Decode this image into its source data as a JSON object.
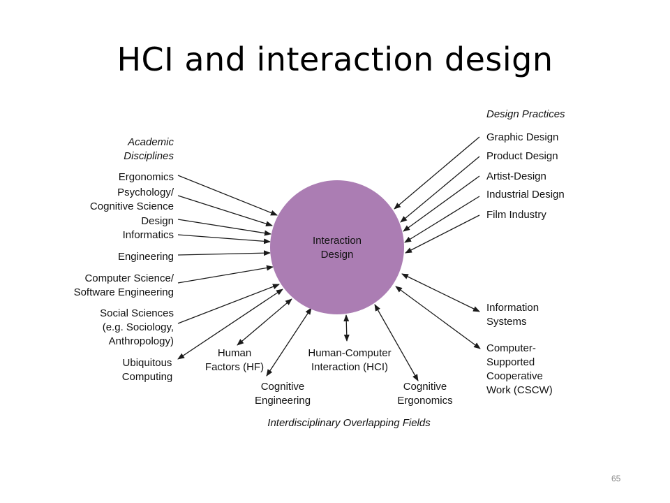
{
  "slide": {
    "title": "HCI and interaction design",
    "page_number": "65"
  },
  "diagram": {
    "center": {
      "lines": [
        "Interaction",
        "Design"
      ],
      "color": "#ab7db3"
    },
    "group_labels": {
      "academic": [
        "Academic",
        "Disciplines"
      ],
      "design_practices": [
        "Design Practices"
      ],
      "interdisciplinary": [
        "Interdisciplinary Overlapping Fields"
      ]
    },
    "academic_disciplines": [
      {
        "id": "ergonomics",
        "lines": [
          "Ergonomics"
        ]
      },
      {
        "id": "psychology",
        "lines": [
          "Psychology/",
          "Cognitive Science"
        ]
      },
      {
        "id": "design",
        "lines": [
          "Design"
        ]
      },
      {
        "id": "informatics",
        "lines": [
          "Informatics"
        ]
      },
      {
        "id": "engineering",
        "lines": [
          "Engineering"
        ]
      },
      {
        "id": "computer-science",
        "lines": [
          "Computer Science/",
          "Software Engineering"
        ]
      },
      {
        "id": "social-sciences",
        "lines": [
          "Social Sciences",
          "(e.g. Sociology,",
          "Anthropology)"
        ]
      }
    ],
    "design_practices": [
      {
        "id": "graphic-design",
        "lines": [
          "Graphic Design"
        ]
      },
      {
        "id": "product-design",
        "lines": [
          "Product Design"
        ]
      },
      {
        "id": "artist-design",
        "lines": [
          "Artist-Design"
        ]
      },
      {
        "id": "industrial-design",
        "lines": [
          "Industrial Design"
        ]
      },
      {
        "id": "film-industry",
        "lines": [
          "Film Industry"
        ]
      }
    ],
    "interdisciplinary_fields": [
      {
        "id": "ubiquitous-computing",
        "lines": [
          "Ubiquitous",
          "Computing"
        ]
      },
      {
        "id": "human-factors",
        "lines": [
          "Human",
          "Factors (HF)"
        ]
      },
      {
        "id": "cognitive-engineering",
        "lines": [
          "Cognitive",
          "Engineering"
        ]
      },
      {
        "id": "hci",
        "lines": [
          "Human-Computer",
          "Interaction (HCI)"
        ]
      },
      {
        "id": "cognitive-ergonomics",
        "lines": [
          "Cognitive",
          "Ergonomics"
        ]
      },
      {
        "id": "cscw",
        "lines": [
          "Computer-",
          "Supported",
          "Cooperative",
          "Work (CSCW)"
        ]
      },
      {
        "id": "information-systems",
        "lines": [
          "Information",
          "Systems"
        ]
      }
    ]
  }
}
